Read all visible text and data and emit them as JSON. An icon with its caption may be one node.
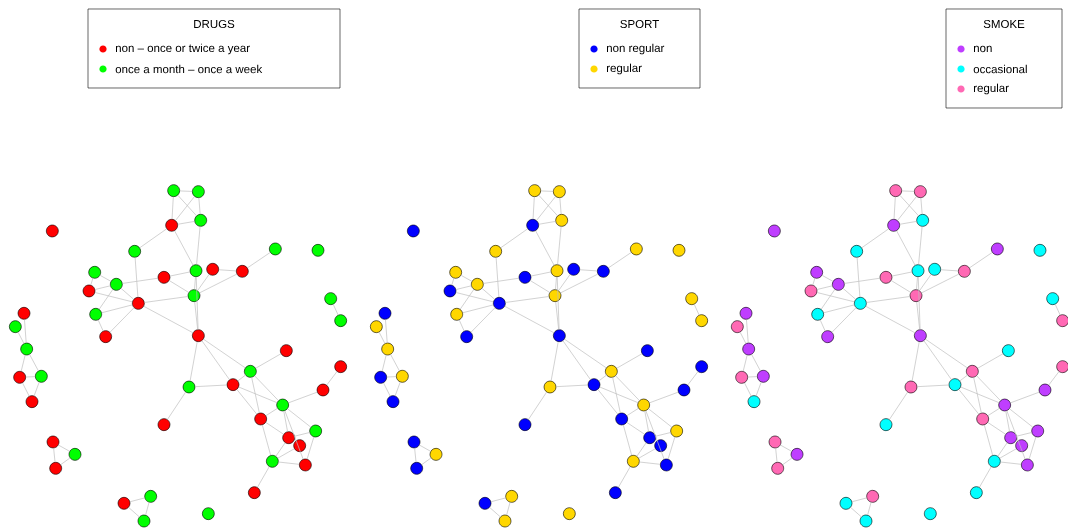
{
  "diagram": {
    "nodes": [
      {
        "text": [],
        "shape": "circle"
      },
      {
        "text": [],
        "shape": "circle"
      },
      {
        "text": [],
        "shape": "circle"
      },
      {
        "text": [],
        "shape": "circle"
      },
      {
        "text": [],
        "shape": "circle"
      },
      {
        "text": [],
        "shape": "circle"
      },
      {
        "text": [],
        "shape": "circle"
      },
      {
        "text": [],
        "shape": "circle"
      },
      {
        "text": [],
        "shape": "circle"
      },
      {
        "text": [],
        "shape": "circle"
      },
      {
        "text": [],
        "shape": "circle"
      },
      {
        "text": [],
        "shape": "circle"
      },
      {
        "text": [],
        "shape": "circle"
      },
      {
        "text": [],
        "shape": "circle"
      },
      {
        "text": [],
        "shape": "circle"
      },
      {
        "text": [],
        "shape": "circle"
      },
      {
        "text": [],
        "shape": "circle"
      },
      {
        "text": [],
        "shape": "circle"
      },
      {
        "text": [],
        "shape": "circle"
      },
      {
        "text": [],
        "shape": "circle"
      },
      {
        "text": [],
        "shape": "circle"
      },
      {
        "text": [],
        "shape": "circle"
      },
      {
        "text": [],
        "shape": "circle"
      },
      {
        "text": [],
        "shape": "circle"
      },
      {
        "text": [],
        "shape": "circle"
      },
      {
        "text": [],
        "shape": "circle"
      },
      {
        "text": [],
        "shape": "circle"
      },
      {
        "text": [],
        "shape": "circle"
      },
      {
        "text": [],
        "shape": "circle"
      },
      {
        "text": [],
        "shape": "circle"
      },
      {
        "text": [],
        "shape": "circle"
      },
      {
        "text": [],
        "shape": "circle"
      },
      {
        "text": [],
        "shape": "circle"
      },
      {
        "text": [],
        "shape": "circle"
      },
      {
        "text": [],
        "shape": "circle"
      },
      {
        "text": [],
        "shape": "circle"
      },
      {
        "text": [],
        "shape": "circle"
      },
      {
        "text": [],
        "shape": "circle"
      },
      {
        "text": [],
        "shape": "circle"
      },
      {
        "text": [],
        "shape": "circle"
      },
      {
        "text": [],
        "shape": "circle"
      },
      {
        "text": [],
        "shape": "circle"
      },
      {
        "text": [],
        "shape": "circle"
      },
      {
        "text": [],
        "shape": "circle"
      },
      {
        "text": [],
        "shape": "circle"
      },
      {
        "text": [],
        "shape": "circle"
      },
      {
        "text": [],
        "shape": "circle"
      },
      {
        "text": [],
        "shape": "circle"
      },
      {
        "text": [],
        "shape": "circle"
      },
      {
        "text": [],
        "shape": "circle"
      },
      {
        "text": [],
        "shape": "circle"
      },
      {
        "text": [],
        "shape": "circle"
      },
      {
        "text": [],
        "shape": "circle"
      },
      {
        "text": [],
        "shape": "circle"
      },
      {
        "text": [],
        "shape": "circle"
      },
      {
        "text": [],
        "shape": "circle"
      },
      {
        "text": [],
        "shape": "circle"
      },
      {
        "text": [],
        "shape": "circle"
      },
      {
        "text": [],
        "shape": "circle"
      },
      {
        "text": [],
        "shape": "circle"
      },
      {
        "text": [],
        "shape": "circle"
      },
      {
        "text": [],
        "shape": "circle"
      },
      {
        "text": [],
        "shape": "circle"
      },
      {
        "text": [],
        "shape": "circle"
      },
      {
        "text": [],
        "shape": "circle"
      },
      {
        "text": [],
        "shape": "circle"
      },
      {
        "text": [],
        "shape": "circle"
      },
      {
        "text": [],
        "shape": "circle"
      },
      {
        "text": [],
        "shape": "circle"
      },
      {
        "text": [],
        "shape": "circle"
      },
      {
        "text": [],
        "shape": "circle"
      },
      {
        "text": [],
        "shape": "circle"
      },
      {
        "text": [],
        "shape": "circle"
      },
      {
        "text": [],
        "shape": "circle"
      },
      {
        "text": [],
        "shape": "circle"
      },
      {
        "text": [],
        "shape": "circle"
      },
      {
        "text": [],
        "shape": "circle"
      },
      {
        "text": [],
        "shape": "circle"
      },
      {
        "text": [],
        "shape": "circle"
      },
      {
        "text": [],
        "shape": "circle"
      },
      {
        "text": [],
        "shape": "circle"
      },
      {
        "text": [],
        "shape": "circle"
      },
      {
        "text": [],
        "shape": "circle"
      },
      {
        "text": [],
        "shape": "circle"
      },
      {
        "text": [],
        "shape": "circle"
      },
      {
        "text": [],
        "shape": "circle"
      },
      {
        "text": [],
        "shape": "circle"
      },
      {
        "text": [],
        "shape": "circle"
      },
      {
        "text": [],
        "shape": "circle"
      },
      {
        "text": [],
        "shape": "circle"
      },
      {
        "text": [],
        "shape": "circle"
      },
      {
        "text": [],
        "shape": "circle"
      },
      {
        "text": [],
        "shape": "circle"
      },
      {
        "text": [],
        "shape": "circle"
      },
      {
        "text": [],
        "shape": "circle"
      },
      {
        "text": [],
        "shape": "circle"
      },
      {
        "text": [],
        "shape": "circle"
      },
      {
        "text": [],
        "shape": "circle"
      },
      {
        "text": [],
        "shape": "circle"
      },
      {
        "text": [],
        "shape": "circle"
      },
      {
        "text": [],
        "shape": "circle"
      },
      {
        "text": [],
        "shape": "circle"
      },
      {
        "text": [],
        "shape": "circle"
      },
      {
        "text": [],
        "shape": "circle"
      },
      {
        "text": [],
        "shape": "circle"
      },
      {
        "text": [],
        "shape": "circle"
      },
      {
        "text": [],
        "shape": "circle"
      },
      {
        "text": [],
        "shape": "circle"
      },
      {
        "text": [],
        "shape": "circle"
      },
      {
        "text": [],
        "shape": "circle"
      },
      {
        "text": [],
        "shape": "circle"
      },
      {
        "text": [],
        "shape": "circle"
      },
      {
        "text": [],
        "shape": "circle"
      },
      {
        "text": [],
        "shape": "circle"
      },
      {
        "text": [],
        "shape": "circle"
      },
      {
        "text": [],
        "shape": "circle"
      },
      {
        "text": [],
        "shape": "circle"
      },
      {
        "text": [],
        "shape": "circle"
      },
      {
        "text": [],
        "shape": "circle"
      },
      {
        "text": [],
        "shape": "circle"
      },
      {
        "text": [],
        "shape": "circle"
      },
      {
        "text": [],
        "shape": "circle"
      },
      {
        "text": [],
        "shape": "circle"
      },
      {
        "text": [],
        "shape": "circle"
      },
      {
        "text": [],
        "shape": "circle"
      },
      {
        "text": [],
        "shape": "circle"
      },
      {
        "text": [],
        "shape": "circle"
      },
      {
        "text": [],
        "shape": "circle"
      },
      {
        "text": [],
        "shape": "circle"
      },
      {
        "text": [],
        "shape": "circle"
      },
      {
        "text": [],
        "shape": "circle"
      },
      {
        "text": [],
        "shape": "circle"
      },
      {
        "text": [],
        "shape": "circle"
      },
      {
        "text": [],
        "shape": "circle"
      },
      {
        "text": [],
        "shape": "circle"
      },
      {
        "text": [],
        "shape": "circle"
      },
      {
        "text": [],
        "shape": "circle"
      },
      {
        "text": [],
        "shape": "circle"
      },
      {
        "text": [],
        "shape": "circle"
      },
      {
        "text": [],
        "shape": "circle"
      },
      {
        "text": [],
        "shape": "circle"
      },
      {
        "text": [],
        "shape": "circle"
      },
      {
        "text": [],
        "shape": "circle"
      },
      {
        "text": [],
        "shape": "circle"
      },
      {
        "text": [],
        "shape": "circle"
      },
      {
        "text": [],
        "shape": "circle"
      },
      {
        "text": [],
        "shape": "circle"
      },
      {
        "text": [],
        "shape": "circle"
      },
      {
        "text": [],
        "shape": "circle"
      },
      {
        "text": [],
        "shape": "circle"
      }
    ],
    "edges": [
      {
        "from": 1,
        "to": 2,
        "arrow": "none"
      },
      {
        "from": 1,
        "to": 3,
        "arrow": "none"
      },
      {
        "from": 1,
        "to": 4,
        "arrow": "none"
      },
      {
        "from": 2,
        "to": 3,
        "arrow": "none"
      },
      {
        "from": 2,
        "to": 4,
        "arrow": "none"
      },
      {
        "from": 3,
        "to": 4,
        "arrow": "none"
      },
      {
        "from": 3,
        "to": 5,
        "arrow": "none"
      },
      {
        "from": 3,
        "to": 12,
        "arrow": "none"
      },
      {
        "from": 4,
        "to": 12,
        "arrow": "none"
      },
      {
        "from": 5,
        "to": 16,
        "arrow": "none"
      },
      {
        "from": 11,
        "to": 12,
        "arrow": "none"
      },
      {
        "from": 10,
        "to": 11,
        "arrow": "none"
      },
      {
        "from": 11,
        "to": 15,
        "arrow": "none"
      },
      {
        "from": 12,
        "to": 15,
        "arrow": "none"
      },
      {
        "from": 12,
        "to": 19,
        "arrow": "none"
      },
      {
        "from": 15,
        "to": 19,
        "arrow": "none"
      },
      {
        "from": 13,
        "to": 15,
        "arrow": "none"
      },
      {
        "from": 13,
        "to": 14,
        "arrow": "none"
      },
      {
        "from": 14,
        "to": 15,
        "arrow": "none"
      },
      {
        "from": 6,
        "to": 14,
        "arrow": "none"
      },
      {
        "from": 15,
        "to": 16,
        "arrow": "none"
      },
      {
        "from": 16,
        "to": 19,
        "arrow": "none"
      },
      {
        "from": 8,
        "to": 10,
        "arrow": "none"
      },
      {
        "from": 10,
        "to": 16,
        "arrow": "none"
      },
      {
        "from": 9,
        "to": 16,
        "arrow": "none"
      },
      {
        "from": 16,
        "to": 17,
        "arrow": "none"
      },
      {
        "from": 16,
        "to": 18,
        "arrow": "none"
      },
      {
        "from": 8,
        "to": 9,
        "arrow": "none"
      },
      {
        "from": 9,
        "to": 10,
        "arrow": "none"
      },
      {
        "from": 10,
        "to": 17,
        "arrow": "none"
      },
      {
        "from": 17,
        "to": 18,
        "arrow": "none"
      },
      {
        "from": 19,
        "to": 31,
        "arrow": "none"
      },
      {
        "from": 19,
        "to": 30,
        "arrow": "none"
      },
      {
        "from": 19,
        "to": 32,
        "arrow": "none"
      },
      {
        "from": 31,
        "to": 32,
        "arrow": "none"
      },
      {
        "from": 31,
        "to": 36,
        "arrow": "none"
      },
      {
        "from": 28,
        "to": 30,
        "arrow": "none"
      },
      {
        "from": 30,
        "to": 32,
        "arrow": "none"
      },
      {
        "from": 30,
        "to": 34,
        "arrow": "none"
      },
      {
        "from": 30,
        "to": 35,
        "arrow": "none"
      },
      {
        "from": 32,
        "to": 34,
        "arrow": "none"
      },
      {
        "from": 32,
        "to": 35,
        "arrow": "none"
      },
      {
        "from": 33,
        "to": 34,
        "arrow": "none"
      },
      {
        "from": 29,
        "to": 33,
        "arrow": "none"
      },
      {
        "from": 34,
        "to": 35,
        "arrow": "none"
      },
      {
        "from": 34,
        "to": 37,
        "arrow": "none"
      },
      {
        "from": 34,
        "to": 38,
        "arrow": "none"
      },
      {
        "from": 34,
        "to": 41,
        "arrow": "none"
      },
      {
        "from": 35,
        "to": 38,
        "arrow": "none"
      },
      {
        "from": 35,
        "to": 40,
        "arrow": "none"
      },
      {
        "from": 37,
        "to": 38,
        "arrow": "none"
      },
      {
        "from": 37,
        "to": 41,
        "arrow": "none"
      },
      {
        "from": 38,
        "to": 40,
        "arrow": "none"
      },
      {
        "from": 39,
        "to": 40,
        "arrow": "none"
      },
      {
        "from": 40,
        "to": 41,
        "arrow": "none"
      },
      {
        "from": 40,
        "to": 42,
        "arrow": "none"
      },
      {
        "from": 20,
        "to": 21,
        "arrow": "none"
      },
      {
        "from": 22,
        "to": 24,
        "arrow": "none"
      },
      {
        "from": 23,
        "to": 24,
        "arrow": "none"
      },
      {
        "from": 24,
        "to": 25,
        "arrow": "none"
      },
      {
        "from": 24,
        "to": 26,
        "arrow": "none"
      },
      {
        "from": 25,
        "to": 26,
        "arrow": "none"
      },
      {
        "from": 25,
        "to": 27,
        "arrow": "none"
      },
      {
        "from": 26,
        "to": 27,
        "arrow": "none"
      },
      {
        "from": 43,
        "to": 44,
        "arrow": "none"
      },
      {
        "from": 43,
        "to": 45,
        "arrow": "none"
      },
      {
        "from": 44,
        "to": 45,
        "arrow": "none"
      },
      {
        "from": 46,
        "to": 47,
        "arrow": "none"
      },
      {
        "from": 46,
        "to": 48,
        "arrow": "none"
      },
      {
        "from": 47,
        "to": 48,
        "arrow": "none"
      },
      {
        "from": 51,
        "to": 52,
        "arrow": "none"
      },
      {
        "from": 51,
        "to": 53,
        "arrow": "none"
      },
      {
        "from": 51,
        "to": 54,
        "arrow": "none"
      },
      {
        "from": 52,
        "to": 53,
        "arrow": "none"
      },
      {
        "from": 52,
        "to": 54,
        "arrow": "none"
      },
      {
        "from": 53,
        "to": 54,
        "arrow": "none"
      },
      {
        "from": 53,
        "to": 55,
        "arrow": "none"
      },
      {
        "from": 53,
        "to": 62,
        "arrow": "none"
      },
      {
        "from": 54,
        "to": 62,
        "arrow": "none"
      },
      {
        "from": 55,
        "to": 66,
        "arrow": "none"
      },
      {
        "from": 61,
        "to": 62,
        "arrow": "none"
      },
      {
        "from": 60,
        "to": 61,
        "arrow": "none"
      },
      {
        "from": 61,
        "to": 65,
        "arrow": "none"
      },
      {
        "from": 62,
        "to": 65,
        "arrow": "none"
      },
      {
        "from": 62,
        "to": 69,
        "arrow": "none"
      },
      {
        "from": 65,
        "to": 69,
        "arrow": "none"
      },
      {
        "from": 63,
        "to": 65,
        "arrow": "none"
      },
      {
        "from": 63,
        "to": 64,
        "arrow": "none"
      },
      {
        "from": 64,
        "to": 65,
        "arrow": "none"
      },
      {
        "from": 56,
        "to": 64,
        "arrow": "none"
      },
      {
        "from": 65,
        "to": 66,
        "arrow": "none"
      },
      {
        "from": 66,
        "to": 69,
        "arrow": "none"
      },
      {
        "from": 58,
        "to": 60,
        "arrow": "none"
      },
      {
        "from": 60,
        "to": 66,
        "arrow": "none"
      },
      {
        "from": 59,
        "to": 66,
        "arrow": "none"
      },
      {
        "from": 66,
        "to": 67,
        "arrow": "none"
      },
      {
        "from": 66,
        "to": 68,
        "arrow": "none"
      },
      {
        "from": 58,
        "to": 59,
        "arrow": "none"
      },
      {
        "from": 59,
        "to": 60,
        "arrow": "none"
      },
      {
        "from": 60,
        "to": 67,
        "arrow": "none"
      },
      {
        "from": 67,
        "to": 68,
        "arrow": "none"
      },
      {
        "from": 69,
        "to": 81,
        "arrow": "none"
      },
      {
        "from": 69,
        "to": 80,
        "arrow": "none"
      },
      {
        "from": 69,
        "to": 82,
        "arrow": "none"
      },
      {
        "from": 81,
        "to": 82,
        "arrow": "none"
      },
      {
        "from": 81,
        "to": 86,
        "arrow": "none"
      },
      {
        "from": 78,
        "to": 80,
        "arrow": "none"
      },
      {
        "from": 80,
        "to": 82,
        "arrow": "none"
      },
      {
        "from": 80,
        "to": 84,
        "arrow": "none"
      },
      {
        "from": 80,
        "to": 85,
        "arrow": "none"
      },
      {
        "from": 82,
        "to": 84,
        "arrow": "none"
      },
      {
        "from": 82,
        "to": 85,
        "arrow": "none"
      },
      {
        "from": 83,
        "to": 84,
        "arrow": "none"
      },
      {
        "from": 79,
        "to": 83,
        "arrow": "none"
      },
      {
        "from": 84,
        "to": 85,
        "arrow": "none"
      },
      {
        "from": 84,
        "to": 87,
        "arrow": "none"
      },
      {
        "from": 84,
        "to": 88,
        "arrow": "none"
      },
      {
        "from": 84,
        "to": 91,
        "arrow": "none"
      },
      {
        "from": 85,
        "to": 88,
        "arrow": "none"
      },
      {
        "from": 85,
        "to": 90,
        "arrow": "none"
      },
      {
        "from": 87,
        "to": 88,
        "arrow": "none"
      },
      {
        "from": 87,
        "to": 91,
        "arrow": "none"
      },
      {
        "from": 88,
        "to": 90,
        "arrow": "none"
      },
      {
        "from": 89,
        "to": 90,
        "arrow": "none"
      },
      {
        "from": 90,
        "to": 91,
        "arrow": "none"
      },
      {
        "from": 90,
        "to": 92,
        "arrow": "none"
      },
      {
        "from": 70,
        "to": 71,
        "arrow": "none"
      },
      {
        "from": 72,
        "to": 74,
        "arrow": "none"
      },
      {
        "from": 73,
        "to": 74,
        "arrow": "none"
      },
      {
        "from": 74,
        "to": 75,
        "arrow": "none"
      },
      {
        "from": 74,
        "to": 76,
        "arrow": "none"
      },
      {
        "from": 75,
        "to": 76,
        "arrow": "none"
      },
      {
        "from": 75,
        "to": 77,
        "arrow": "none"
      },
      {
        "from": 76,
        "to": 77,
        "arrow": "none"
      },
      {
        "from": 93,
        "to": 94,
        "arrow": "none"
      },
      {
        "from": 93,
        "to": 95,
        "arrow": "none"
      },
      {
        "from": 94,
        "to": 95,
        "arrow": "none"
      },
      {
        "from": 96,
        "to": 97,
        "arrow": "none"
      },
      {
        "from": 96,
        "to": 98,
        "arrow": "none"
      },
      {
        "from": 97,
        "to": 98,
        "arrow": "none"
      },
      {
        "from": 101,
        "to": 102,
        "arrow": "none"
      },
      {
        "from": 101,
        "to": 103,
        "arrow": "none"
      },
      {
        "from": 101,
        "to": 104,
        "arrow": "none"
      },
      {
        "from": 102,
        "to": 103,
        "arrow": "none"
      },
      {
        "from": 102,
        "to": 104,
        "arrow": "none"
      },
      {
        "from": 103,
        "to": 104,
        "arrow": "none"
      },
      {
        "from": 103,
        "to": 105,
        "arrow": "none"
      },
      {
        "from": 103,
        "to": 112,
        "arrow": "none"
      },
      {
        "from": 104,
        "to": 112,
        "arrow": "none"
      },
      {
        "from": 105,
        "to": 116,
        "arrow": "none"
      },
      {
        "from": 111,
        "to": 112,
        "arrow": "none"
      },
      {
        "from": 110,
        "to": 111,
        "arrow": "none"
      },
      {
        "from": 111,
        "to": 115,
        "arrow": "none"
      },
      {
        "from": 112,
        "to": 115,
        "arrow": "none"
      },
      {
        "from": 112,
        "to": 119,
        "arrow": "none"
      },
      {
        "from": 115,
        "to": 119,
        "arrow": "none"
      },
      {
        "from": 113,
        "to": 115,
        "arrow": "none"
      },
      {
        "from": 113,
        "to": 114,
        "arrow": "none"
      },
      {
        "from": 114,
        "to": 115,
        "arrow": "none"
      },
      {
        "from": 106,
        "to": 114,
        "arrow": "none"
      },
      {
        "from": 115,
        "to": 116,
        "arrow": "none"
      },
      {
        "from": 116,
        "to": 119,
        "arrow": "none"
      },
      {
        "from": 108,
        "to": 110,
        "arrow": "none"
      },
      {
        "from": 110,
        "to": 116,
        "arrow": "none"
      },
      {
        "from": 109,
        "to": 116,
        "arrow": "none"
      },
      {
        "from": 116,
        "to": 117,
        "arrow": "none"
      },
      {
        "from": 116,
        "to": 118,
        "arrow": "none"
      },
      {
        "from": 108,
        "to": 109,
        "arrow": "none"
      },
      {
        "from": 109,
        "to": 110,
        "arrow": "none"
      },
      {
        "from": 110,
        "to": 117,
        "arrow": "none"
      },
      {
        "from": 117,
        "to": 118,
        "arrow": "none"
      },
      {
        "from": 119,
        "to": 131,
        "arrow": "none"
      },
      {
        "from": 119,
        "to": 130,
        "arrow": "none"
      },
      {
        "from": 119,
        "to": 132,
        "arrow": "none"
      },
      {
        "from": 131,
        "to": 132,
        "arrow": "none"
      },
      {
        "from": 131,
        "to": 136,
        "arrow": "none"
      },
      {
        "from": 128,
        "to": 130,
        "arrow": "none"
      },
      {
        "from": 130,
        "to": 132,
        "arrow": "none"
      },
      {
        "from": 130,
        "to": 134,
        "arrow": "none"
      },
      {
        "from": 130,
        "to": 135,
        "arrow": "none"
      },
      {
        "from": 132,
        "to": 134,
        "arrow": "none"
      },
      {
        "from": 132,
        "to": 135,
        "arrow": "none"
      },
      {
        "from": 133,
        "to": 134,
        "arrow": "none"
      },
      {
        "from": 129,
        "to": 133,
        "arrow": "none"
      },
      {
        "from": 134,
        "to": 135,
        "arrow": "none"
      },
      {
        "from": 134,
        "to": 137,
        "arrow": "none"
      },
      {
        "from": 134,
        "to": 138,
        "arrow": "none"
      },
      {
        "from": 134,
        "to": 141,
        "arrow": "none"
      },
      {
        "from": 135,
        "to": 138,
        "arrow": "none"
      },
      {
        "from": 135,
        "to": 140,
        "arrow": "none"
      },
      {
        "from": 137,
        "to": 138,
        "arrow": "none"
      },
      {
        "from": 137,
        "to": 141,
        "arrow": "none"
      },
      {
        "from": 138,
        "to": 140,
        "arrow": "none"
      },
      {
        "from": 139,
        "to": 140,
        "arrow": "none"
      },
      {
        "from": 140,
        "to": 141,
        "arrow": "none"
      },
      {
        "from": 140,
        "to": 142,
        "arrow": "none"
      },
      {
        "from": 120,
        "to": 121,
        "arrow": "none"
      },
      {
        "from": 122,
        "to": 124,
        "arrow": "none"
      },
      {
        "from": 123,
        "to": 124,
        "arrow": "none"
      },
      {
        "from": 124,
        "to": 125,
        "arrow": "none"
      },
      {
        "from": 124,
        "to": 126,
        "arrow": "none"
      },
      {
        "from": 125,
        "to": 126,
        "arrow": "none"
      },
      {
        "from": 125,
        "to": 127,
        "arrow": "none"
      },
      {
        "from": 126,
        "to": 127,
        "arrow": "none"
      },
      {
        "from": 143,
        "to": 144,
        "arrow": "none"
      },
      {
        "from": 143,
        "to": 145,
        "arrow": "none"
      },
      {
        "from": 144,
        "to": 145,
        "arrow": "none"
      },
      {
        "from": 146,
        "to": 147,
        "arrow": "none"
      },
      {
        "from": 146,
        "to": 148,
        "arrow": "none"
      },
      {
        "from": 147,
        "to": 148,
        "arrow": "none"
      }
    ],
    "labels": [
      "DRUGS",
      "SPORT",
      "SMOKE"
    ],
    "legend": [
      {
        "text": "non – once or twice a year",
        "color": "#ff0000"
      },
      {
        "text": "once a month – once a week",
        "color": "#00ff00"
      },
      {
        "text": "non regular",
        "color": "#0000ff"
      },
      {
        "text": "regular",
        "color": "#ffd700"
      },
      {
        "text": "non",
        "color": "#bf3eff"
      },
      {
        "text": "occasional",
        "color": "#00ffff"
      },
      {
        "text": "regular",
        "color": "#ff69b4"
      }
    ]
  }
}
